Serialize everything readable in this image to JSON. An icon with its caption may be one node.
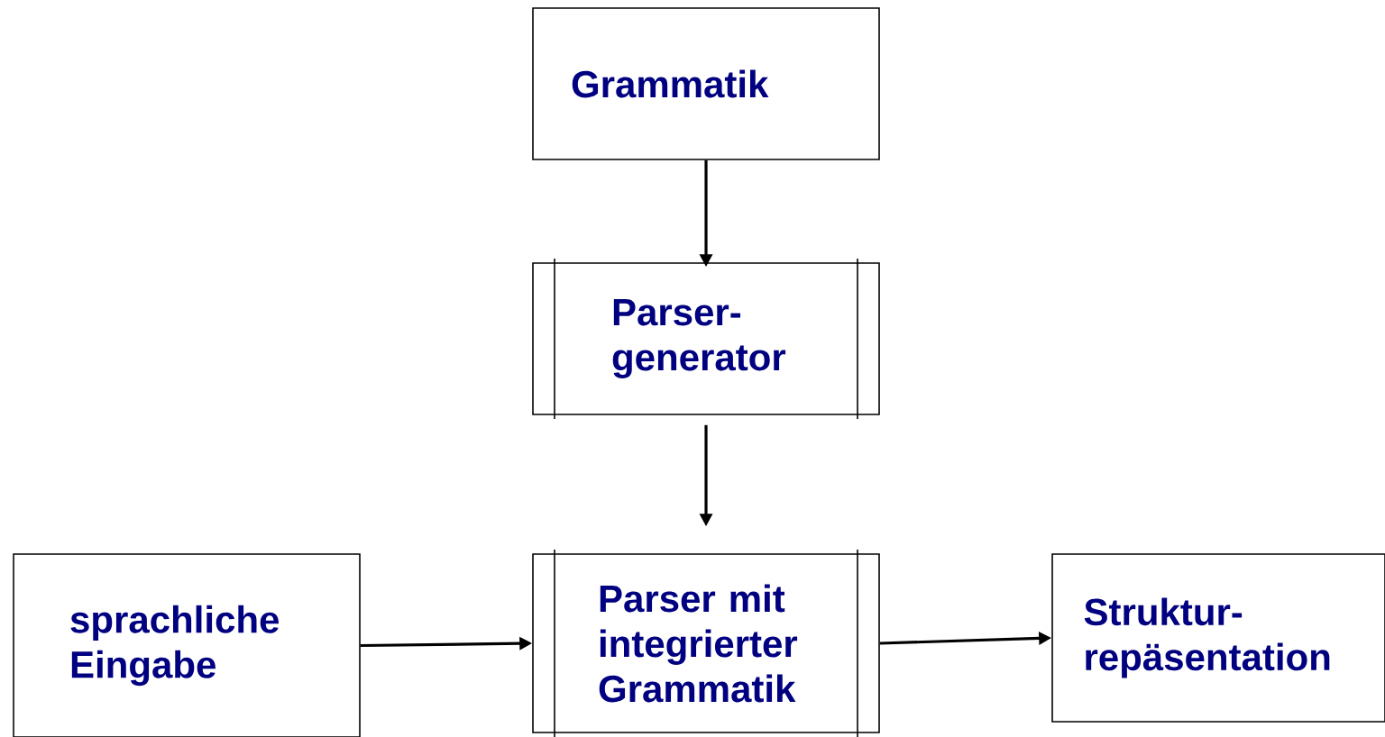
{
  "diagram": {
    "nodes": [
      {
        "text": [
          "Grammatik"
        ]
      },
      {
        "text": [
          "Parser-generator"
        ]
      },
      {
        "text": [
          "sprachliche Eingabe"
        ]
      },
      {
        "text": [
          "Parser mit integrierter Grammatik"
        ]
      },
      {
        "text": [
          "Struktur-repäsentation"
        ]
      }
    ],
    "edges": [
      {
        "from": 0,
        "to": 1,
        "arrow": "to"
      },
      {
        "from": 1,
        "to": 3,
        "arrow": "to"
      },
      {
        "from": 2,
        "to": 3,
        "arrow": "to"
      },
      {
        "from": 3,
        "to": 4,
        "arrow": "to"
      }
    ]
  }
}
